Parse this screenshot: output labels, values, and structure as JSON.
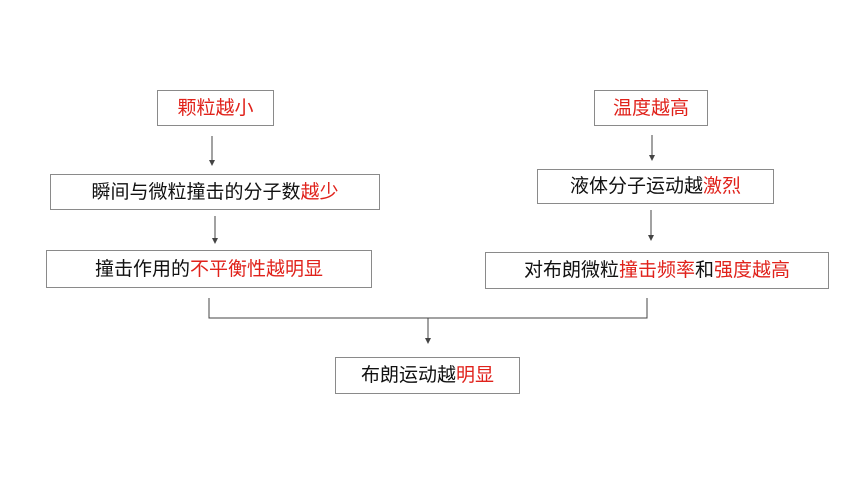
{
  "colors": {
    "emphasis": "#e0221b",
    "text": "#111111",
    "border": "#8a8a8a",
    "connector": "#444444"
  },
  "left_branch": {
    "top": {
      "highlight": "颗粒越小"
    },
    "middle": {
      "text": "瞬间与微粒撞击的分子数",
      "highlight": "越少"
    },
    "bottom": {
      "text": "撞击作用的",
      "highlight": "不平衡性越明显"
    }
  },
  "right_branch": {
    "top": {
      "highlight": "温度越高"
    },
    "middle": {
      "text": "液体分子运动越",
      "highlight": "激烈"
    },
    "bottom": {
      "text_1": "对布朗微粒",
      "highlight_1": "撞击频率",
      "text_2": "和",
      "highlight_2": "强度越高"
    }
  },
  "result": {
    "text": "布朗运动越",
    "highlight": "明显"
  }
}
